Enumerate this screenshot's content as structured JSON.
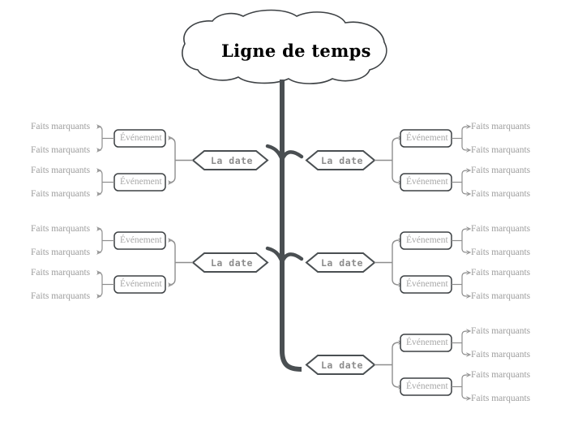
{
  "diagram": {
    "type": "mind-map",
    "title": "Ligne de temps",
    "root": {
      "label": "Ligne de temps",
      "shape": "cloud",
      "text_color": "#000000",
      "border_color": "#3d4144"
    },
    "trunk": {
      "color": "#4a4f52",
      "width": 6
    },
    "colors": {
      "date_border": "#4a4f52",
      "date_text": "#8c8c8c",
      "event_border": "#3d4144",
      "event_text": "#a8a8a8",
      "fact_text": "#9d9d9d",
      "connector": "#8e8e8e",
      "background": "#ffffff"
    },
    "branches": [
      {
        "id": "left-1",
        "side": "left",
        "date_label": "La date",
        "events": [
          {
            "label": "Événement",
            "facts": [
              "Faits marquants",
              "Faits marquants"
            ]
          },
          {
            "label": "Événement",
            "facts": [
              "Faits marquants",
              "Faits marquants"
            ]
          }
        ]
      },
      {
        "id": "right-1",
        "side": "right",
        "date_label": "La date",
        "events": [
          {
            "label": "Événement",
            "facts": [
              "Faits marquants",
              "Faits marquants"
            ]
          },
          {
            "label": "Événement",
            "facts": [
              "Faits marquants",
              "Faits marquants"
            ]
          }
        ]
      },
      {
        "id": "left-2",
        "side": "left",
        "date_label": "La date",
        "events": [
          {
            "label": "Événement",
            "facts": [
              "Faits marquants",
              "Faits marquants"
            ]
          },
          {
            "label": "Événement",
            "facts": [
              "Faits marquants",
              "Faits marquants"
            ]
          }
        ]
      },
      {
        "id": "right-2",
        "side": "right",
        "date_label": "La date",
        "events": [
          {
            "label": "Événement",
            "facts": [
              "Faits marquants",
              "Faits marquants"
            ]
          },
          {
            "label": "Événement",
            "facts": [
              "Faits marquants",
              "Faits marquants"
            ]
          }
        ]
      },
      {
        "id": "right-3",
        "side": "right",
        "date_label": "La date",
        "events": [
          {
            "label": "Événement",
            "facts": [
              "Faits marquants",
              "Faits marquants"
            ]
          },
          {
            "label": "Événement",
            "facts": [
              "Faits marquants",
              "Faits marquants"
            ]
          }
        ]
      }
    ]
  }
}
